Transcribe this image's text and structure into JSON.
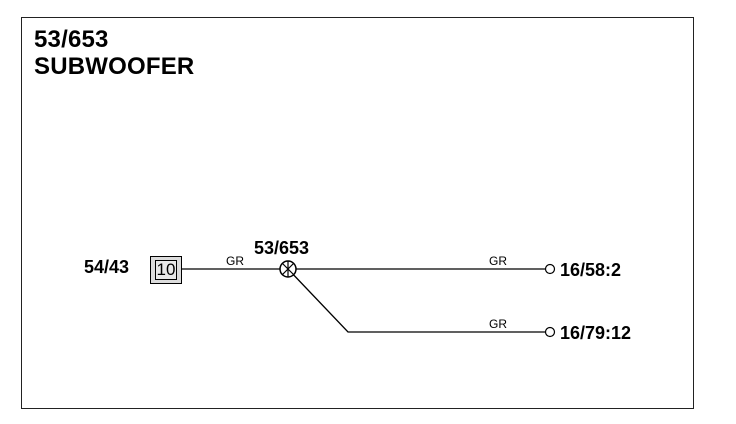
{
  "diagram": {
    "title": {
      "code": "53/653",
      "name": "SUBWOOFER"
    },
    "source_component": {
      "ref": "54/43",
      "pin": "10"
    },
    "splice": {
      "label": "53/653"
    },
    "wires": [
      {
        "color": "GR",
        "from": "54/43:10",
        "to": "53/653"
      },
      {
        "color": "GR",
        "from": "53/653",
        "to": "16/58:2"
      },
      {
        "color": "GR",
        "from": "53/653",
        "to": "16/79:12"
      }
    ],
    "terminals": [
      {
        "label": "16/58:2"
      },
      {
        "label": "16/79:12"
      }
    ]
  }
}
